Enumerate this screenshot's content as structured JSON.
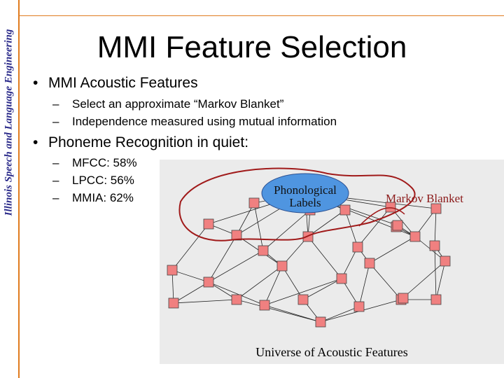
{
  "sidebar": {
    "text": "Illinois Speech and Language Engineering"
  },
  "title": "MMI Feature Selection",
  "bullets": [
    {
      "text": "MMI Acoustic Features",
      "subs": [
        "Select an approximate “Markov Blanket”",
        "Independence measured using mutual information"
      ]
    },
    {
      "text": "Phoneme Recognition in quiet:",
      "subs": [
        "MFCC: 58%",
        "LPCC: 56%",
        "MMIA:  62%"
      ]
    }
  ],
  "figure": {
    "phonological_line1": "Phonological",
    "phonological_line2": "Labels",
    "markov_blanket": "Markov Blanket",
    "caption": "Universe of Acoustic Features"
  },
  "colors": {
    "accent_line": "#e07b1f",
    "sidebar_text": "#2a2a8a",
    "node_fill": "#f08080",
    "ellipse_fill": "#4f95e0",
    "blanket_curve": "#a01a1a"
  }
}
